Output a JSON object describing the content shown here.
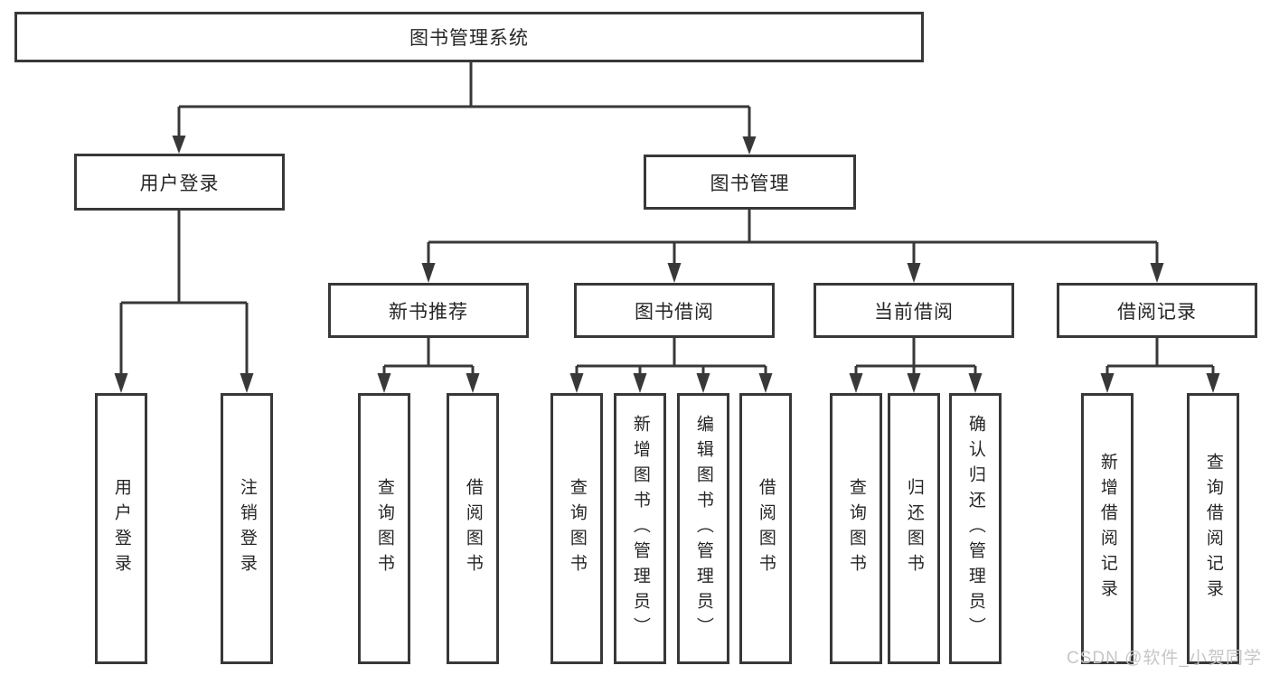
{
  "diagram": {
    "root": {
      "label": "图书管理系统"
    },
    "branches": [
      {
        "label": "用户登录",
        "children": [
          {
            "label": "用户登录"
          },
          {
            "label": "注销登录"
          }
        ]
      },
      {
        "label": "图书管理",
        "groups": [
          {
            "label": "新书推荐",
            "children": [
              {
                "label": "查询图书"
              },
              {
                "label": "借阅图书"
              }
            ]
          },
          {
            "label": "图书借阅",
            "children": [
              {
                "label": "查询图书"
              },
              {
                "label": "新增图书（管理员）"
              },
              {
                "label": "编辑图书（管理员）"
              },
              {
                "label": "借阅图书"
              }
            ]
          },
          {
            "label": "当前借阅",
            "children": [
              {
                "label": "查询图书"
              },
              {
                "label": "归还图书"
              },
              {
                "label": "确认归还（管理员）"
              }
            ]
          },
          {
            "label": "借阅记录",
            "children": [
              {
                "label": "新增借阅记录"
              },
              {
                "label": "查询借阅记录"
              }
            ]
          }
        ]
      }
    ]
  },
  "watermark": {
    "text": "CSDN @软件_小贺同学"
  },
  "colors": {
    "line": "#383838",
    "box_border": "#383838",
    "text": "#262626",
    "background": "#ffffff",
    "watermark": "#c6c6c6"
  }
}
